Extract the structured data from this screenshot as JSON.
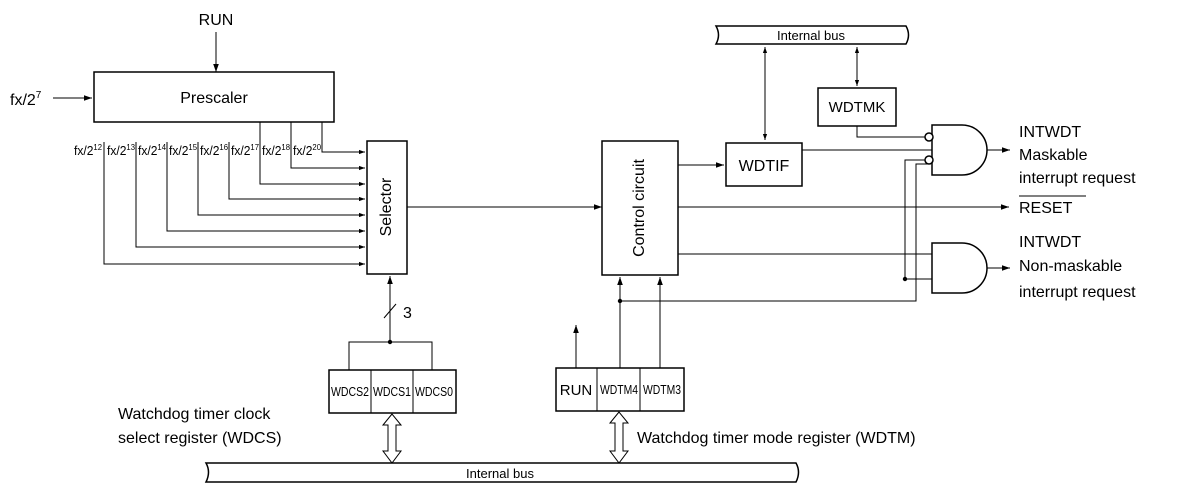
{
  "run_top": "RUN",
  "fx_input": {
    "base": "fx/2",
    "exp": "7"
  },
  "prescaler": "Prescaler",
  "taps": [
    {
      "base": "fx/2",
      "exp": "12"
    },
    {
      "base": "fx/2",
      "exp": "13"
    },
    {
      "base": "fx/2",
      "exp": "14"
    },
    {
      "base": "fx/2",
      "exp": "15"
    },
    {
      "base": "fx/2",
      "exp": "16"
    },
    {
      "base": "fx/2",
      "exp": "17"
    },
    {
      "base": "fx/2",
      "exp": "18"
    },
    {
      "base": "fx/2",
      "exp": "20"
    }
  ],
  "selector": "Selector",
  "bus_width": "3",
  "control_circuit": "Control circuit",
  "internal_bus_top": "Internal bus",
  "internal_bus_bottom": "Internal bus",
  "wdtmk": "WDTMK",
  "wdtif": "WDTIF",
  "out1": {
    "signal": "INTWDT",
    "line1": "Maskable",
    "line2": "interrupt request"
  },
  "reset": "RESET",
  "out2": {
    "signal": "INTWDT",
    "line1": "Non-maskable",
    "line2": "interrupt request"
  },
  "wdcs": {
    "bits": [
      "WDCS2",
      "WDCS1",
      "WDCS0"
    ],
    "label1": "Watchdog timer clock",
    "label2": "select register (WDCS)"
  },
  "wdtm": {
    "bits": [
      "RUN",
      "WDTM4",
      "WDTM3"
    ],
    "label": "Watchdog timer mode register (WDTM)"
  }
}
